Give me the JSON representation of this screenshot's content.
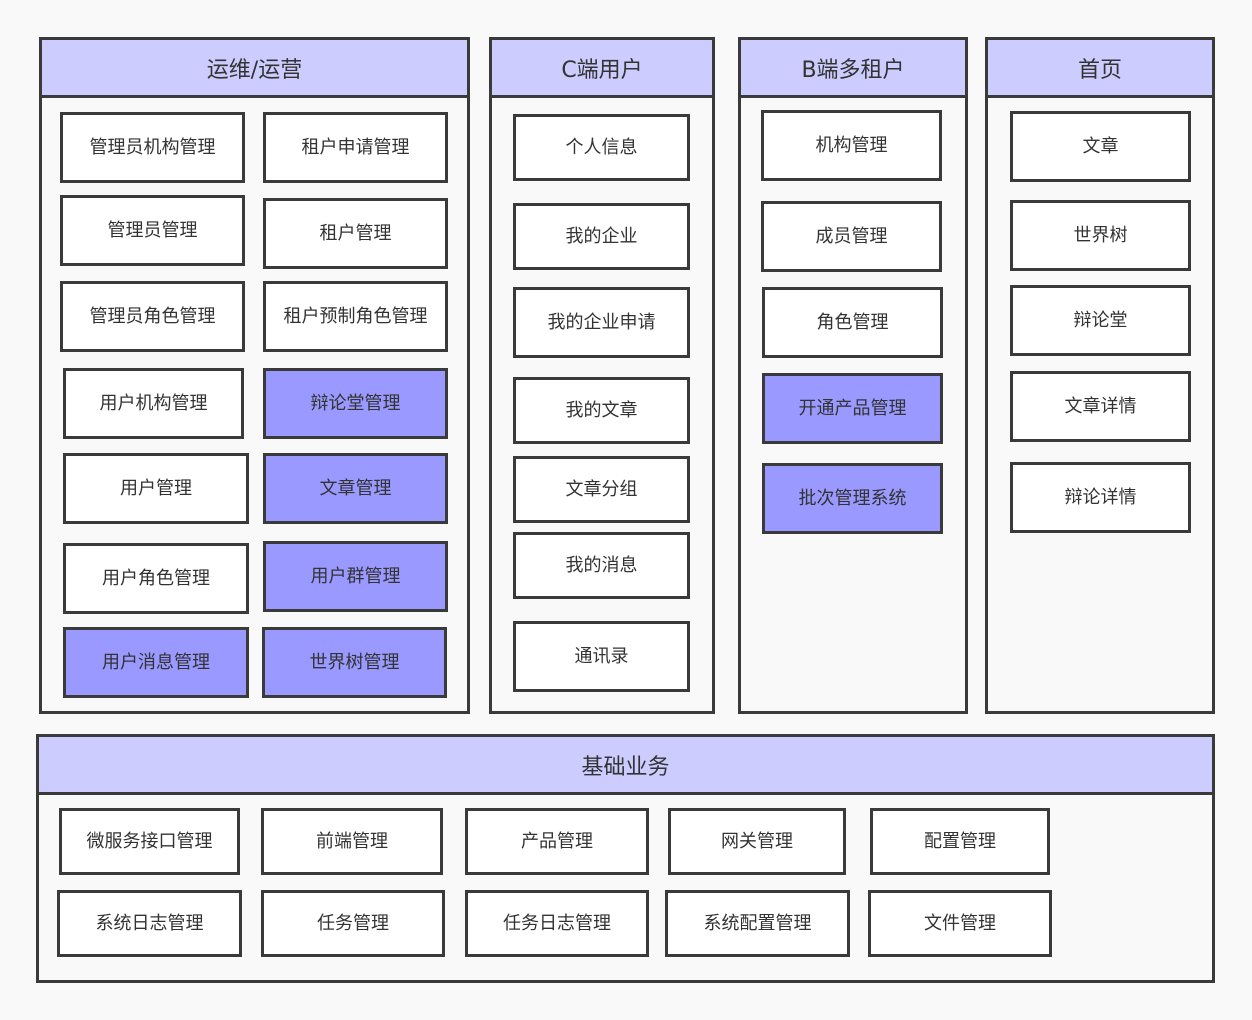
{
  "colors": {
    "header_fill": "#ccccff",
    "highlight_fill": "#9999ff",
    "box_fill": "#ffffff",
    "border": "#3a3a3a",
    "text": "#333333",
    "background": "#f9f9f9"
  },
  "panels": {
    "ops": {
      "title": "运维/运营",
      "items": [
        {
          "label": "管理员机构管理",
          "highlight": false
        },
        {
          "label": "租户申请管理",
          "highlight": false
        },
        {
          "label": "管理员管理",
          "highlight": false
        },
        {
          "label": "租户管理",
          "highlight": false
        },
        {
          "label": "管理员角色管理",
          "highlight": false
        },
        {
          "label": "租户预制角色管理",
          "highlight": false
        },
        {
          "label": "用户机构管理",
          "highlight": false
        },
        {
          "label": "辩论堂管理",
          "highlight": true
        },
        {
          "label": "用户管理",
          "highlight": false
        },
        {
          "label": "文章管理",
          "highlight": true
        },
        {
          "label": "用户角色管理",
          "highlight": false
        },
        {
          "label": "用户群管理",
          "highlight": true
        },
        {
          "label": "用户消息管理",
          "highlight": true
        },
        {
          "label": "世界树管理",
          "highlight": true
        }
      ]
    },
    "cuser": {
      "title": "C端用户",
      "items": [
        {
          "label": "个人信息",
          "highlight": false
        },
        {
          "label": "我的企业",
          "highlight": false
        },
        {
          "label": "我的企业申请",
          "highlight": false
        },
        {
          "label": "我的文章",
          "highlight": false
        },
        {
          "label": "文章分组",
          "highlight": false
        },
        {
          "label": "我的消息",
          "highlight": false
        },
        {
          "label": "通讯录",
          "highlight": false
        }
      ]
    },
    "btenant": {
      "title": "B端多租户",
      "items": [
        {
          "label": "机构管理",
          "highlight": false
        },
        {
          "label": "成员管理",
          "highlight": false
        },
        {
          "label": "角色管理",
          "highlight": false
        },
        {
          "label": "开通产品管理",
          "highlight": true
        },
        {
          "label": "批次管理系统",
          "highlight": true
        }
      ]
    },
    "home": {
      "title": "首页",
      "items": [
        {
          "label": "文章",
          "highlight": false
        },
        {
          "label": "世界树",
          "highlight": false
        },
        {
          "label": "辩论堂",
          "highlight": false
        },
        {
          "label": "文章详情",
          "highlight": false
        },
        {
          "label": "辩论详情",
          "highlight": false
        }
      ]
    },
    "base": {
      "title": "基础业务",
      "items": [
        {
          "label": "微服务接口管理",
          "highlight": false
        },
        {
          "label": "前端管理",
          "highlight": false
        },
        {
          "label": "产品管理",
          "highlight": false
        },
        {
          "label": "网关管理",
          "highlight": false
        },
        {
          "label": "配置管理",
          "highlight": false
        },
        {
          "label": "系统日志管理",
          "highlight": false
        },
        {
          "label": "任务管理",
          "highlight": false
        },
        {
          "label": "任务日志管理",
          "highlight": false
        },
        {
          "label": "系统配置管理",
          "highlight": false
        },
        {
          "label": "文件管理",
          "highlight": false
        }
      ]
    }
  }
}
